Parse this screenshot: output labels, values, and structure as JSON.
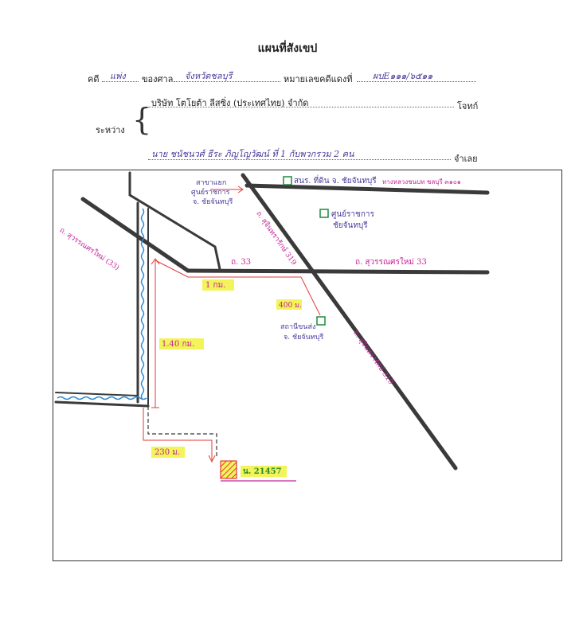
{
  "header": {
    "title": "แผนที่สังเขป",
    "case_label": "คดี",
    "case_type": "แพ่ง",
    "court_label": "ของศาล",
    "court_name": "จังหวัดชลบุรี",
    "red_case_label": "หมายเลขคดีแดงที่",
    "red_case_number": "ผบE๑๑๑/๖๕๑๑",
    "between_label": "ระหว่าง",
    "plaintiff": "บริษัท โตโยต้า ลีสซิ่ง (ประเทศไทย) จำกัด",
    "plaintiff_role": "โจทก์",
    "defendant": "นาย ชนัชนวศ์  ธีระ ภิญโญวัฒน์  ที่  1  กับพวกรวม  2  คน",
    "defendant_role": "จำเลย"
  },
  "map": {
    "labels": {
      "kasikorn": "สนร. ที่ดิน จ. ชัยจันทบุรี",
      "hospital": "ทางหลวงชนบท ชลบุรี ๓๑๐๑",
      "service_center": "ศูนย์ราชการ",
      "service_center_sub": "ชัยจันทบุรี",
      "branch_office": "สาขาแยก",
      "branch_office_2": "ศูนย์ราชการ",
      "branch_office_3": "จ. ชัยจันทบุรี",
      "road_left": "ถ. สุวรรณศรใหม่ (33)",
      "road_33": "ถ. 33",
      "road_33_right": "ถ. สุวรรณศรใหม่ 33",
      "road_diag_upper": "ถ. สุจินทรารักษ์ 319",
      "road_diag_lower": "ถ. สุจินทรารักษ์ 319",
      "station": "สถานีขนส่ง",
      "station_sub": "จ. ชัยจันทบุรี",
      "dist_1km": "1 กม.",
      "dist_400m": "400 ม.",
      "dist_140km": "1.40 กม.",
      "dist_230m": "230 ม.",
      "parcel": "น. 21457"
    }
  },
  "colors": {
    "road": "#3a3a3a",
    "route": "#e23a3a",
    "highlight": "#f3f35a",
    "river": "#2a8bd6",
    "marker": "#1e8a3a",
    "handwriting_purple": "#4a3a9a",
    "handwriting_magenta": "#c4239a",
    "parcel_label": "#2a8a2a"
  }
}
